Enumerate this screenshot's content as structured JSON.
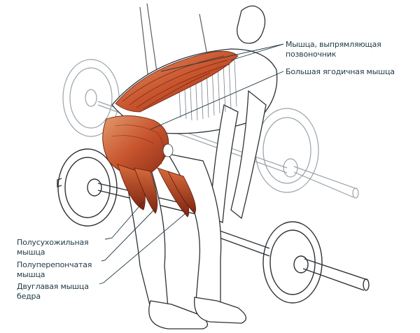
{
  "diagram": {
    "subject": "bent-over barbell row / deadlift muscle anatomy",
    "labels_right": [
      {
        "id": "erector-spinae",
        "text": "Мышца, выпрямляющая\nпозвоночник"
      },
      {
        "id": "gluteus-maximus",
        "text": "Большая ягодичная мышца"
      }
    ],
    "labels_left": [
      {
        "id": "semitendinosus",
        "text": "Полусухожильная\nмышца"
      },
      {
        "id": "semimembranosus",
        "text": "Полуперепончатая\nмышца"
      },
      {
        "id": "biceps-femoris",
        "text": "Двуглавая мышца\nбедра"
      }
    ],
    "colors": {
      "muscle": "#c8552e",
      "muscle_dark": "#8e2f17",
      "muscle_light": "#e39a6e",
      "line": "#3a3f44",
      "label_text": "#1e3a44"
    }
  }
}
